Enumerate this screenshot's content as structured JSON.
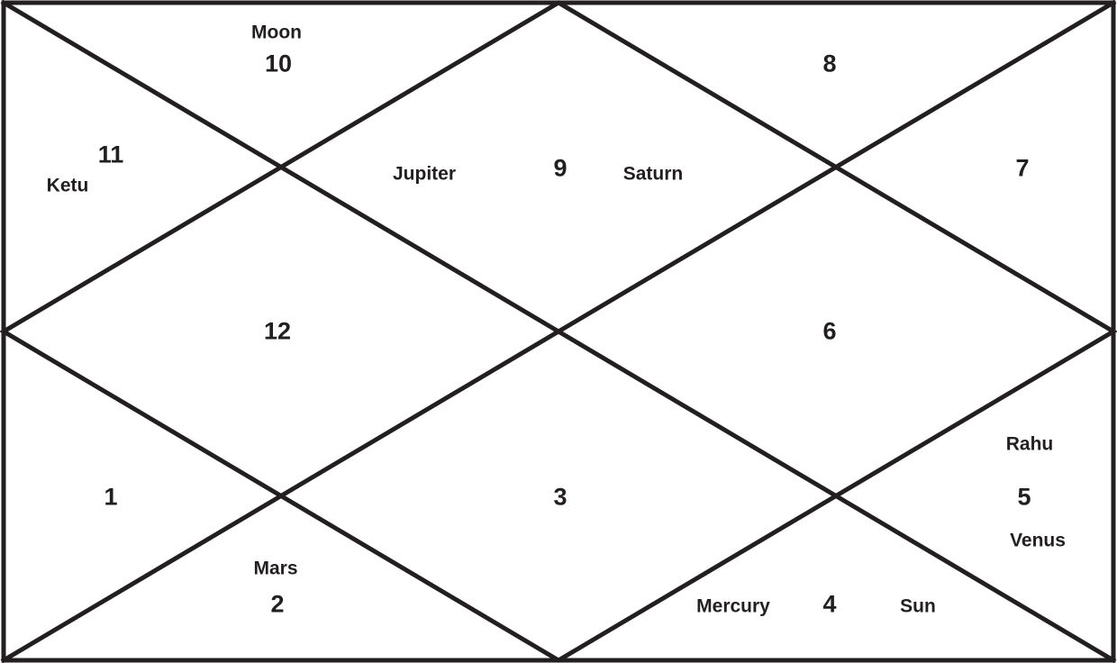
{
  "houses": [
    {
      "number": "1",
      "planets": []
    },
    {
      "number": "2",
      "planets": [
        "Mars"
      ]
    },
    {
      "number": "3",
      "planets": []
    },
    {
      "number": "4",
      "planets": [
        "Mercury",
        "Sun"
      ]
    },
    {
      "number": "5",
      "planets": [
        "Rahu",
        "Venus"
      ]
    },
    {
      "number": "6",
      "planets": []
    },
    {
      "number": "7",
      "planets": []
    },
    {
      "number": "8",
      "planets": []
    },
    {
      "number": "9",
      "planets": [
        "Jupiter",
        "Saturn"
      ]
    },
    {
      "number": "10",
      "planets": [
        "Moon"
      ]
    },
    {
      "number": "11",
      "planets": [
        "Ketu"
      ]
    },
    {
      "number": "12",
      "planets": []
    }
  ],
  "colors": {
    "ink": "#231f20",
    "background": "#ffffff"
  }
}
